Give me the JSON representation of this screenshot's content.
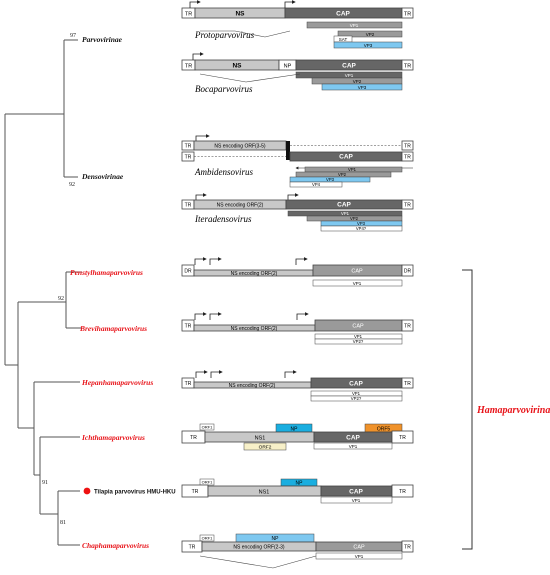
{
  "tree": {
    "bootstrap": [
      "97",
      "92",
      "92",
      "91",
      "81"
    ],
    "taxa": {
      "parvovirinae": "Parvovirinae",
      "densovirinae": "Densovirinae",
      "penstyl": "Penstylhamaparvovirus",
      "brevi": "Brevihamaparvovirus",
      "hepan": "Hepanhamaparvovirus",
      "ichth": "Ichthamaparvovirus",
      "tilapia": "Tilapia parvovirus HMU-HKU",
      "chapha": "Chaphamaparvovirus"
    },
    "subfamily": "Hamaparvovirinae"
  },
  "genera": {
    "proto": "Protoparvovirus",
    "boca": "Bocaparvovirus",
    "ambi": "Ambidensovirus",
    "itera": "Iteradensovirus"
  },
  "labels": {
    "TR": "TR",
    "DR": "DR",
    "NS": "NS",
    "NP": "NP",
    "CAP": "CAP",
    "NS1": "NS1",
    "SAT": "SAT",
    "VP1": "VP1",
    "VP2": "VP2",
    "VP3": "VP3",
    "VP4": "VP4",
    "VP2p": "VP2?",
    "VP4p": "VP4?",
    "ORF1": "ORF1",
    "ORF2": "ORF2",
    "ORF5": "ORF5",
    "ns_orf35": "NS encoding ORF(3-5)",
    "ns_orf2": "NS encoding ORF(2)",
    "ns_orf23": "NS encoding ORF(2-3)"
  },
  "colors": {
    "tree_line": "#555555",
    "red_taxon": "#e8141a",
    "ns_gray": "#c8c8c8",
    "cap_dark": "#666666",
    "vp_gray": "#9a9a9a",
    "vp_blue": "#7ec8f0",
    "np_cyan": "#1aaee0",
    "orf5_orange": "#f0922a",
    "orf2_yellow": "#f7f0c8",
    "tilapia_dot": "#ee1111"
  }
}
